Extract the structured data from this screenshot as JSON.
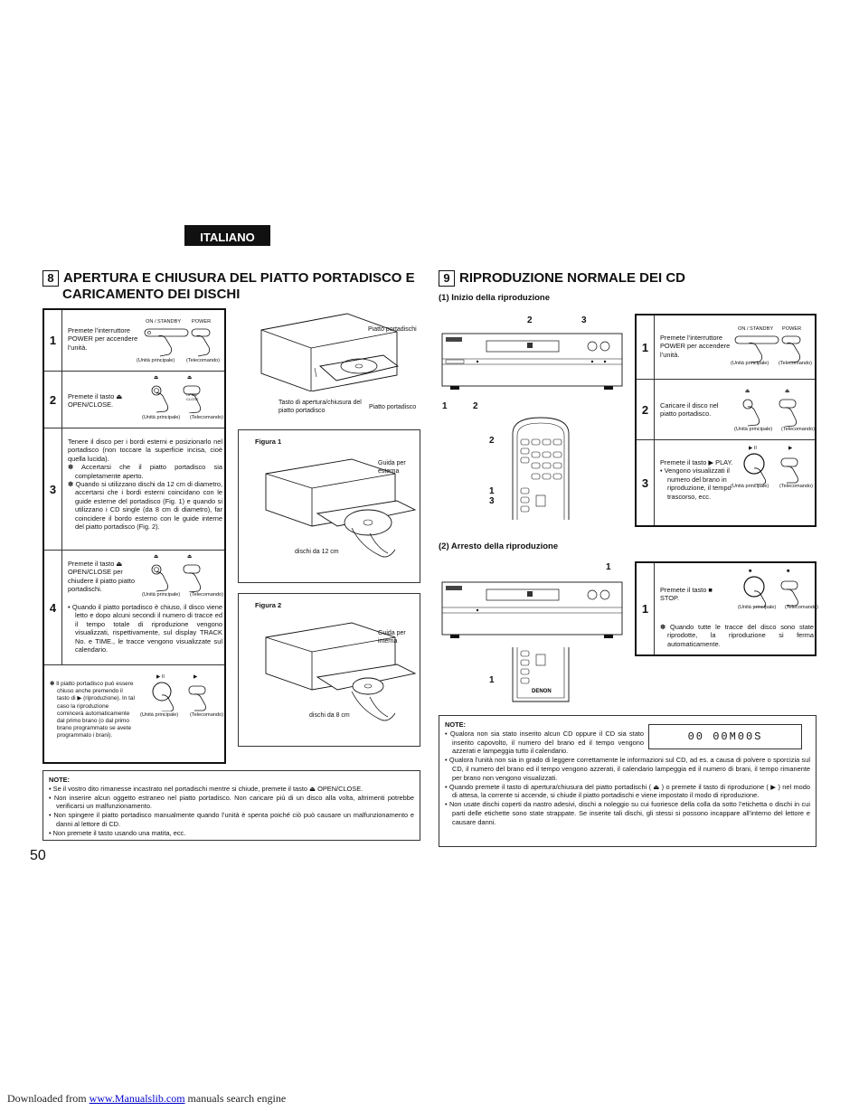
{
  "language_tab": "ITALIANO",
  "section8": {
    "number": "8",
    "title_line1": "APERTURA E CHIUSURA DEL PIATTO PORTADISCO E",
    "title_line2": "CARICAMENTO DEI DISCHI",
    "steps": [
      {
        "num": "1",
        "text": "Premete l’interruttore POWER per accendere l’unità."
      },
      {
        "num": "2",
        "text": "Premete il tasto ⏏ OPEN/CLOSE."
      },
      {
        "num": "3",
        "paragraphs": [
          "Tenere il disco per i bordi esterni e posizionarlo nel portadisco (non toccare la superficie incisa, cioè quella lucida).",
          "✽ Accertarsi che il piatto portadisco sia completamente aperto.",
          "✽ Quando si utilizzano dischi da 12 cm di diametro, accertarsi che i bordi esterni coincidano con le guide esterne del portadisco (Fig. 1) e quando si utilizzano i CD single (da 8 cm di diametro), far coincidere il bordo esterno con le guide interne del piatto portadisco (Fig. 2)."
        ]
      },
      {
        "num": "4",
        "text": "Premete il tasto ⏏ OPEN/CLOSE per chiudere il piatto piatto portadischi.",
        "bullet": "• Quando il piatto portadisco è chiuso, il disco viene letto e dopo alcuni secondi il numero di tracce ed il tempo totale di riproduzione vengono visualizzati, rispettivamente, sul display TRACK No. e TIME., le tracce vengono visualizzate sul calendario."
      }
    ],
    "extra_note": "✽ Il piatto portadisco può essere chiuso anche premendo il tasto di ▶ (riproduzione). In tal caso la riproduzione comincerà automaticamente dal primo brano (o dal primo brano programmato se avete programmato i brani).",
    "figure_top": {
      "label_tray_disc": "Piatto portadischi",
      "label_open_close": "Tasto di apertura/chiusura del piatto portadisco",
      "label_tray": "Piatto portadisco"
    },
    "figure1": {
      "title": "Figura 1",
      "guide": "Guida per esterna",
      "disc": "dischi da 12 cm"
    },
    "figure2": {
      "title": "Figura 2",
      "guide": "Guida per interna",
      "disc": "dischi da 8 cm"
    },
    "note": {
      "heading": "NOTE:",
      "items": [
        "• Se il vostro dito rimanesse incastrato nel portadischi mentre si chiude, premete il tasto ⏏ OPEN/CLOSE.",
        "• Non inserire alcun oggetto estraneo nel piatto portadisco. Non caricare più di un disco alla volta, altrimenti potrebbe verificarsi un malfunzionamento.",
        "• Non spingere il piatto portadisco manualmente quando l’unità è spenta poiché ciò può causare un malfunzionamento e danni al lettore di CD.",
        "• Non premete il tasto usando una matita, ecc."
      ]
    }
  },
  "section9": {
    "number": "9",
    "title": "RIPRODUZIONE NORMALE DEI CD",
    "sub1": "(1)  Inizio della riproduzione",
    "sub2": "(2)  Arresto della riproduzione",
    "callouts_top": [
      "2",
      "3",
      "1",
      "2",
      "2",
      "1",
      "3"
    ],
    "callouts_bottom": [
      "1",
      "1"
    ],
    "steps_play": [
      {
        "num": "1",
        "text": "Premete l’interruttore POWER per accendere l’unità."
      },
      {
        "num": "2",
        "text": "Caricare il disco nel piatto portadisco."
      },
      {
        "num": "3",
        "text": "Premete il tasto ▶ PLAY.",
        "bullet": "• Vengono visualizzati il numero del brano in riproduzione, il tempo trascorso, ecc."
      }
    ],
    "steps_stop": [
      {
        "num": "1",
        "text": "Premete il tasto ■ STOP.",
        "note": "✽ Quando tutte le tracce del disco sono state riprodotte, la riproduzione si ferma automaticamente."
      }
    ],
    "display_text": "00  00M00S",
    "note": {
      "heading": "NOTE:",
      "items": [
        "• Qualora non sia stato inserito alcun CD oppure il CD sia stato inserito capovolto, il numero del brano ed il tempo vengono azzerati e lampeggia tutto il calendario.",
        "• Qualora l’unità non sia in grado di leggere correttamente le informazioni sul CD, ad es. a causa di polvere o sporcizia sul CD, il numero del brano ed il tempo vengono azzerati, il calendario lampeggia ed il numero di brani, il tempo rimanente per brano non vengono visualizzati.",
        "• Quando premete il tasto di apertura/chiusura del piatto portadischi ( ⏏ ) o premete il tasto di riproduzione ( ▶ ) nel modo di attesa, la corrente si accende, si chiude il piatto portadischi e viene impostato il modo di riproduzione.",
        "• Non usate dischi coperti da nastro adesivi, dischi a noleggio su cui fuoriesce della colla da sotto l’etichetta o dischi in cui parti delle etichette sono state strappate. Se inserite tali dischi, gli stessi si possono incappare all’interno del lettore e causare danni."
      ]
    }
  },
  "captions": {
    "on_standby": "ON / STANDBY",
    "power": "POWER",
    "unit": "(Unità principale)",
    "remote": "(Telecomando)",
    "open_close": "OPEN/ CLOSE",
    "eject_sym": "⏏",
    "play_pause_sym": "▶ II",
    "play_sym": "▶",
    "stop_sym": "■"
  },
  "page_number": "50",
  "footer": {
    "prefix": "Downloaded from ",
    "link": "www.Manualslib.com",
    "suffix": " manuals search engine"
  }
}
